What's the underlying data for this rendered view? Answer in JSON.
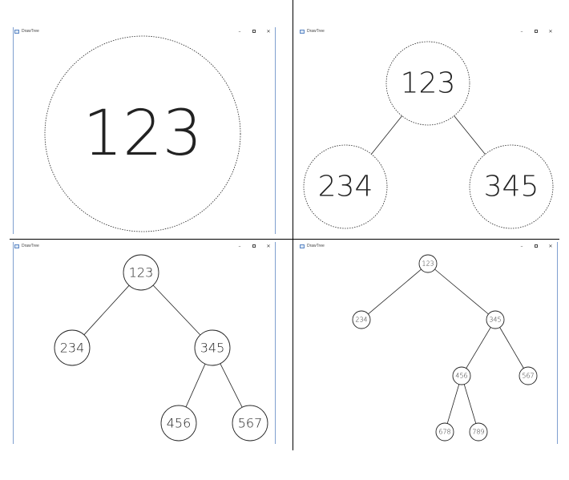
{
  "window_title": "DrawTree",
  "controls": {
    "minimize": "–",
    "close": "✕"
  },
  "icons": {
    "app": "window-app-icon",
    "minimize": "minimize-icon",
    "maximize": "maximize-icon",
    "close": "close-icon"
  },
  "colors": {
    "line": "#222222",
    "node_border": "#222222",
    "background": "#ffffff",
    "window_edge": "#7f9fcf"
  },
  "panels": [
    {
      "nodes": [
        {
          "id": "n123",
          "label": "123"
        }
      ],
      "edges": []
    },
    {
      "nodes": [
        {
          "id": "n123",
          "label": "123"
        },
        {
          "id": "n234",
          "label": "234"
        },
        {
          "id": "n345",
          "label": "345"
        }
      ],
      "edges": [
        [
          "n123",
          "n234"
        ],
        [
          "n123",
          "n345"
        ]
      ]
    },
    {
      "nodes": [
        {
          "id": "n123",
          "label": "123"
        },
        {
          "id": "n234",
          "label": "234"
        },
        {
          "id": "n345",
          "label": "345"
        },
        {
          "id": "n456",
          "label": "456"
        },
        {
          "id": "n567",
          "label": "567"
        }
      ],
      "edges": [
        [
          "n123",
          "n234"
        ],
        [
          "n123",
          "n345"
        ],
        [
          "n345",
          "n456"
        ],
        [
          "n345",
          "n567"
        ]
      ]
    },
    {
      "nodes": [
        {
          "id": "n123",
          "label": "123"
        },
        {
          "id": "n234",
          "label": "234"
        },
        {
          "id": "n345",
          "label": "345"
        },
        {
          "id": "n456",
          "label": "456"
        },
        {
          "id": "n567",
          "label": "567"
        },
        {
          "id": "n678",
          "label": "678"
        },
        {
          "id": "n789",
          "label": "789"
        }
      ],
      "edges": [
        [
          "n123",
          "n234"
        ],
        [
          "n123",
          "n345"
        ],
        [
          "n345",
          "n456"
        ],
        [
          "n345",
          "n567"
        ],
        [
          "n456",
          "n678"
        ],
        [
          "n456",
          "n789"
        ]
      ]
    }
  ]
}
